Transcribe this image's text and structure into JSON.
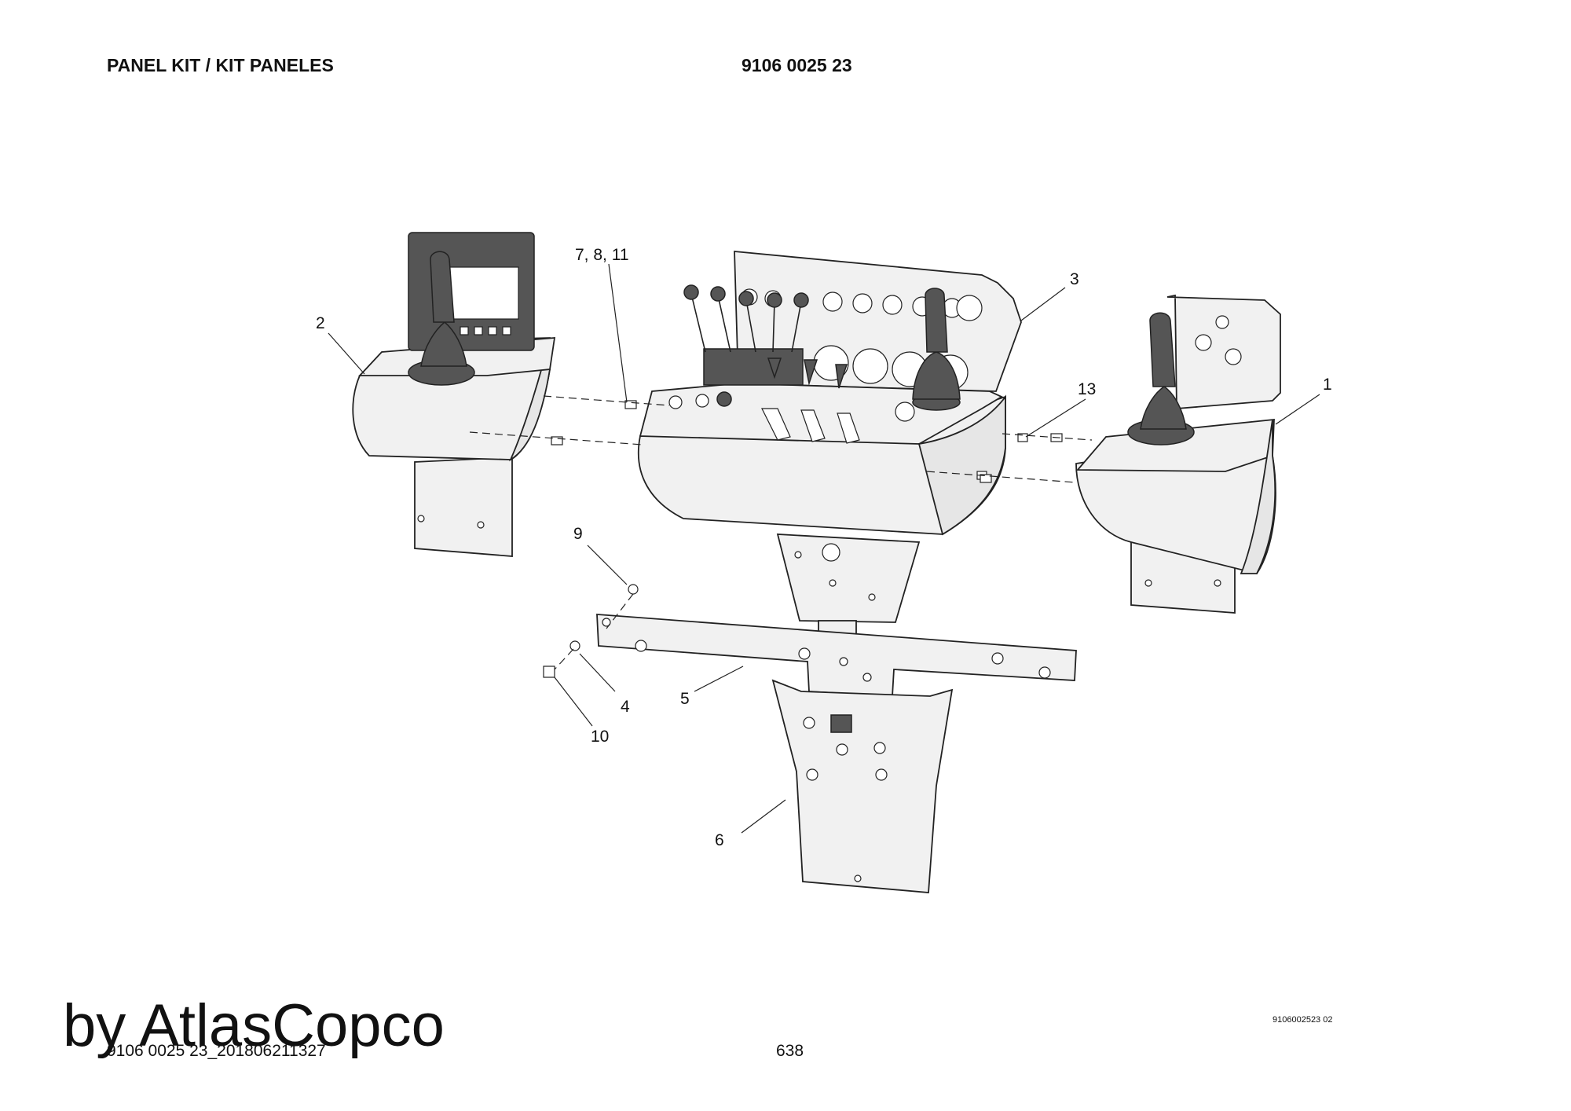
{
  "header": {
    "title": "PANEL KIT / KIT PANELES",
    "part_number": "9106 0025 23"
  },
  "callouts": {
    "c1": "1",
    "c2": "2",
    "c3": "3",
    "c4": "4",
    "c5": "5",
    "c6": "6",
    "c7_8_11": "7, 8, 11",
    "c9": "9",
    "c10": "10",
    "c13": "13"
  },
  "footer": {
    "drawing_number": "9106002523 02",
    "file_reference": "9106 0025 23_201806211327",
    "page_number": "638"
  },
  "watermark": "by AtlasCopco"
}
